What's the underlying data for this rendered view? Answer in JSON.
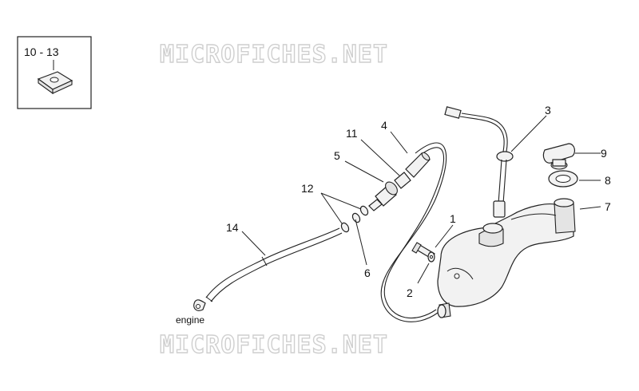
{
  "watermark_top": "MICROFICHES.NET",
  "watermark_bottom": "MICROFICHES.NET",
  "inset_label": "10 - 13",
  "engine_label": "engine",
  "callouts": {
    "c1": "1",
    "c2": "2",
    "c3": "3",
    "c4": "4",
    "c5": "5",
    "c6": "6",
    "c7": "7",
    "c8": "8",
    "c9": "9",
    "c11": "11",
    "c12": "12",
    "c14": "14"
  }
}
